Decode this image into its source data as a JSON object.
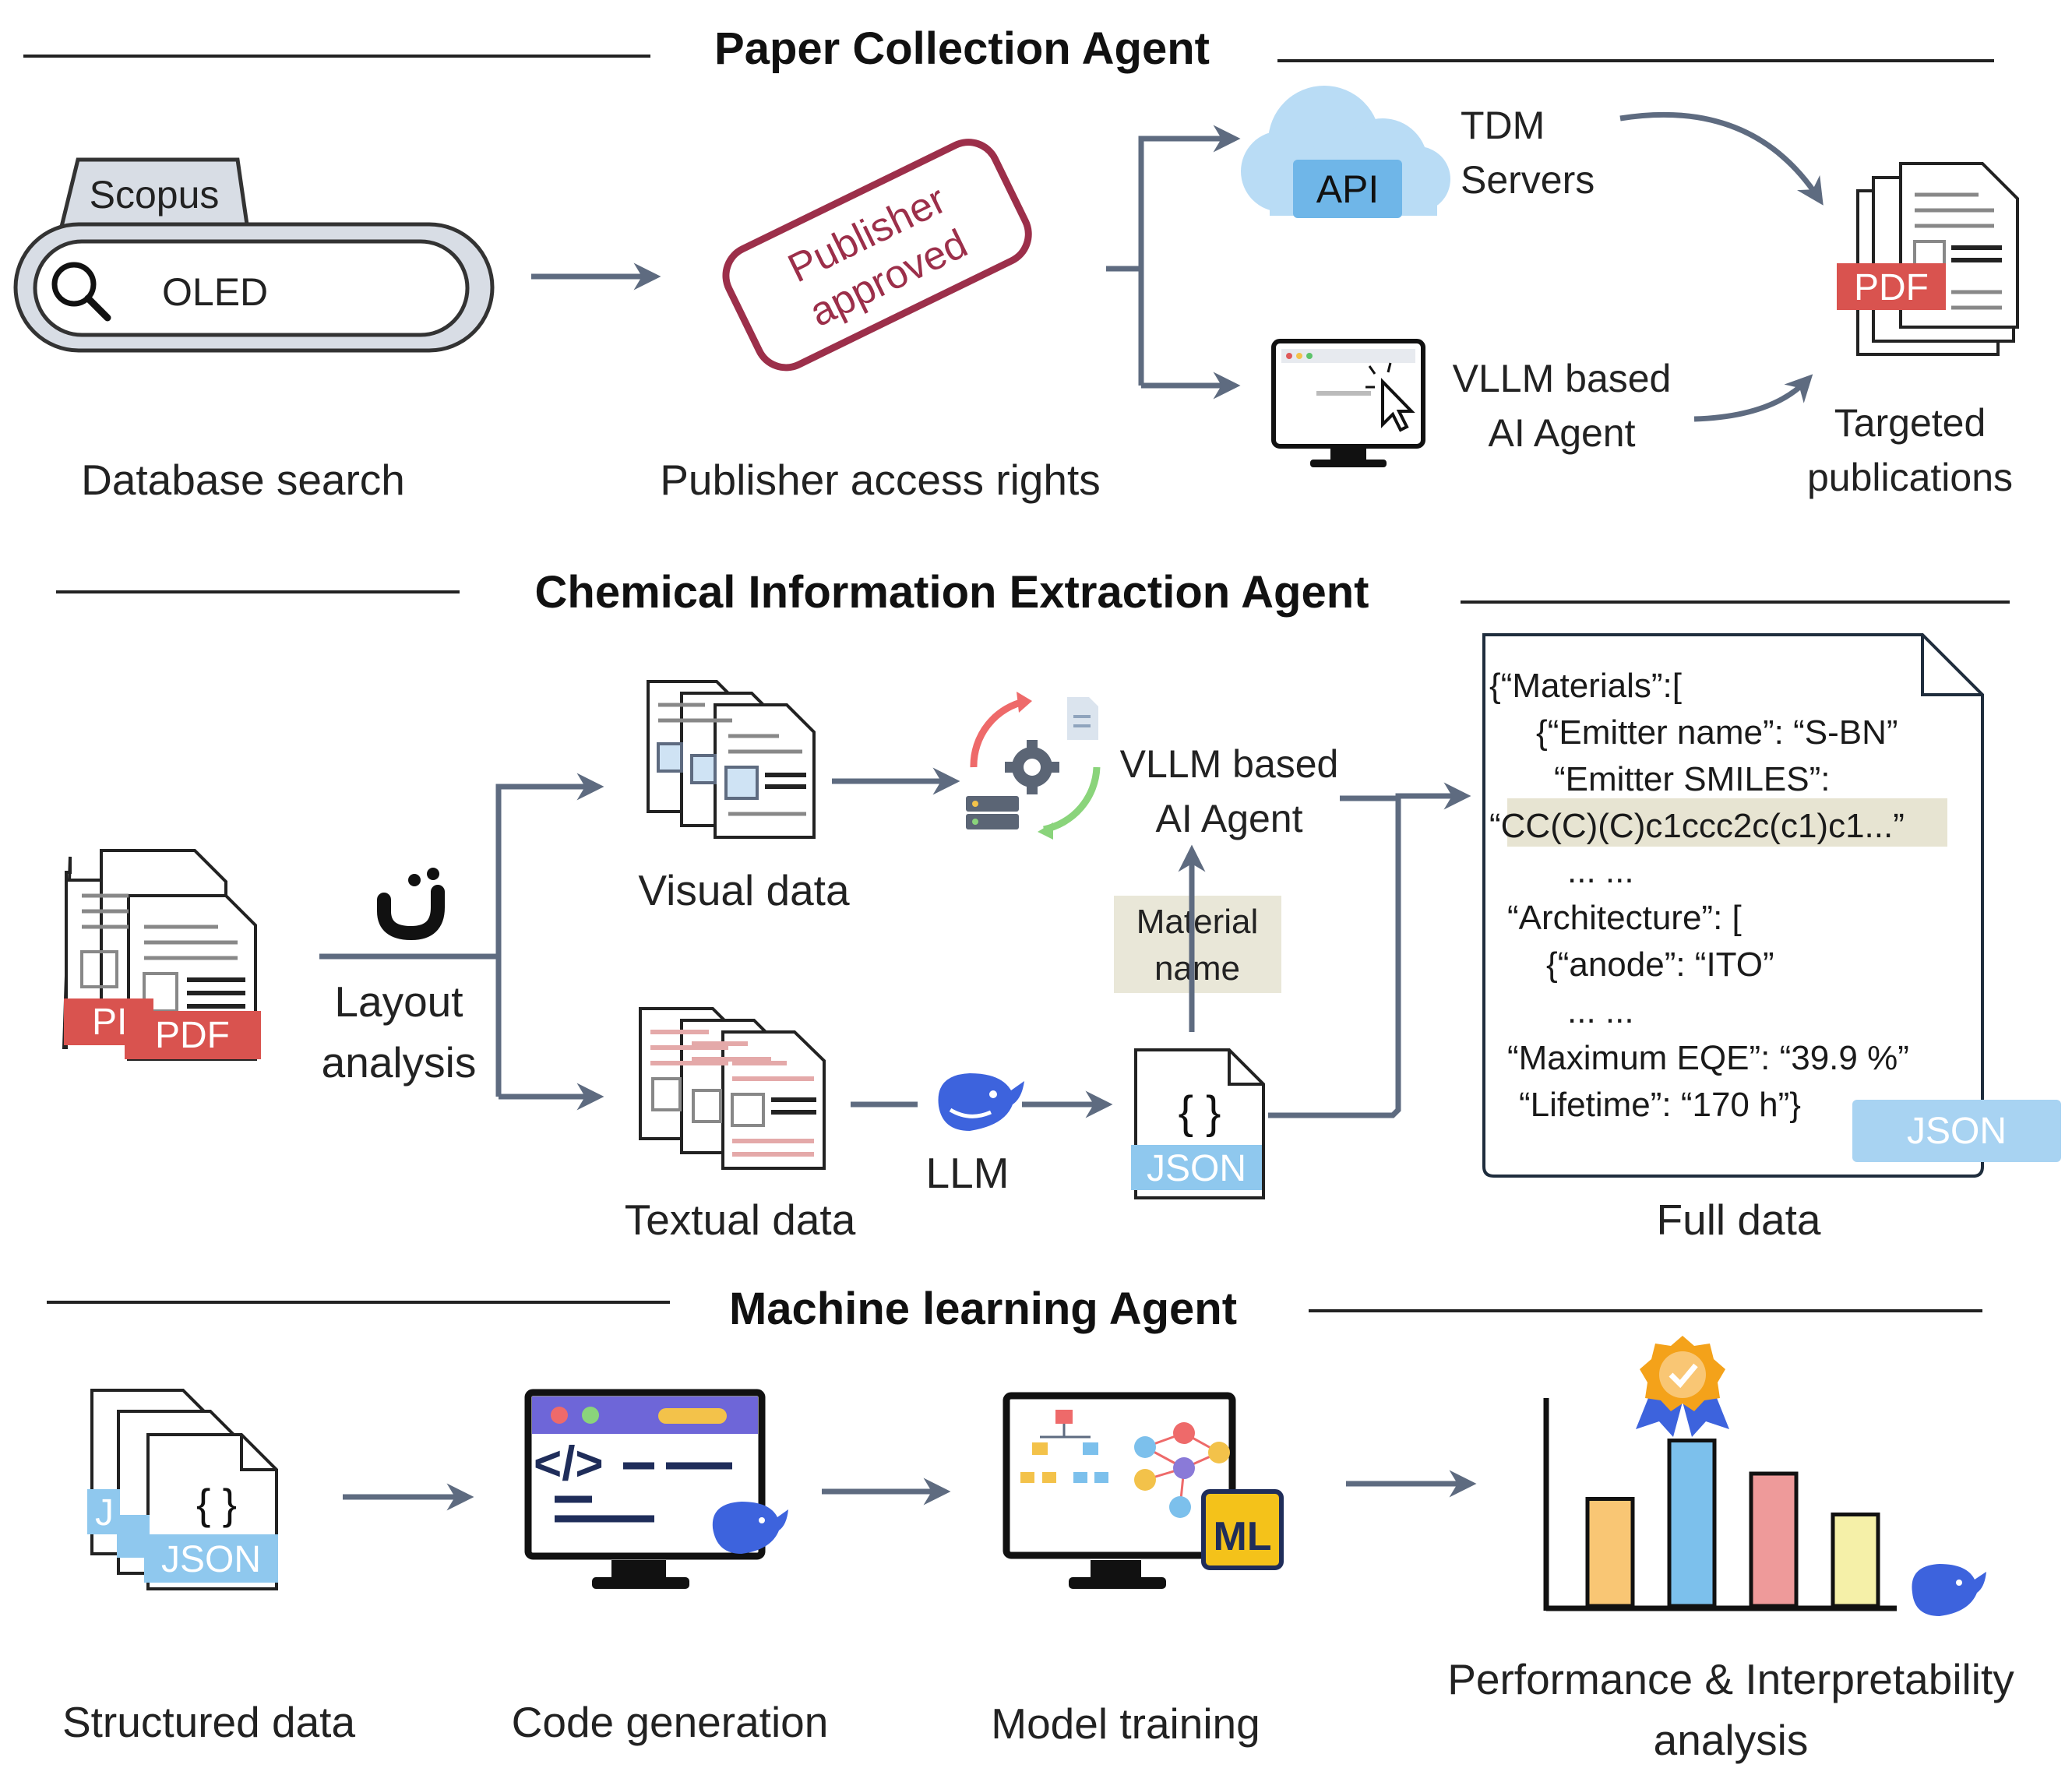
{
  "sections": {
    "collection": "Paper Collection Agent",
    "extraction": "Chemical Information Extraction Agent",
    "ml": "Machine learning Agent"
  },
  "collection": {
    "scopus_tab": "Scopus",
    "search_query": "OLED",
    "database_search": "Database search",
    "stamp_line1": "Publisher",
    "stamp_line2": "approved",
    "publisher_access": "Publisher access rights",
    "api_label": "API",
    "tdm_line1": "TDM",
    "tdm_line2": "Servers",
    "vllm_line1": "VLLM based",
    "vllm_line2": "AI Agent",
    "pdf_badge": "PDF",
    "targeted_line1": "Targeted",
    "targeted_line2": "publications"
  },
  "extraction": {
    "pdf_badge_back": "PI",
    "pdf_badge": "PDF",
    "layout_line1": "Layout",
    "layout_line2": "analysis",
    "visual_data": "Visual data",
    "textual_data": "Textual data",
    "vllm_line1": "VLLM based",
    "vllm_line2": "AI Agent",
    "material_line1": "Material",
    "material_line2": "name",
    "llm": "LLM",
    "json_braces": "{ }",
    "json_badge": "JSON",
    "full_data": "Full data",
    "json_lines": [
      "{“Materials”:[",
      "{“Emitter name”: “S-BN”",
      "“Emitter SMILES”:",
      "“CC(C)(C)c1ccc2c(c1)c1...”",
      "... ...",
      "“Architecture”: [",
      "{“anode”: “ITO”",
      "... ...",
      "“Maximum EQE”: “39.9 %”",
      "“Lifetime”: “170 h”}"
    ],
    "full_json_badge": "JSON"
  },
  "ml": {
    "json_badge_back": "J",
    "json_badge": "JSON",
    "json_braces": "{ }",
    "structured_data": "Structured data",
    "code_generation": "Code generation",
    "model_training": "Model training",
    "ml_badge": "ML",
    "perf_line1": "Performance & Interpretability",
    "perf_line2": "analysis",
    "bar_values": [
      0.55,
      0.85,
      0.68,
      0.47
    ]
  },
  "colors": {
    "arrow": "#5e6b80",
    "pdf_red": "#d9534f",
    "json_blue": "#8fc8ee",
    "stamp": "#9c2f4a",
    "cloud": "#b9dcf5",
    "deepseek": "#3d63dd",
    "bar_colors": [
      "#f9c674",
      "#7cc0ec",
      "#ee9a9a",
      "#f5f0a8"
    ]
  }
}
